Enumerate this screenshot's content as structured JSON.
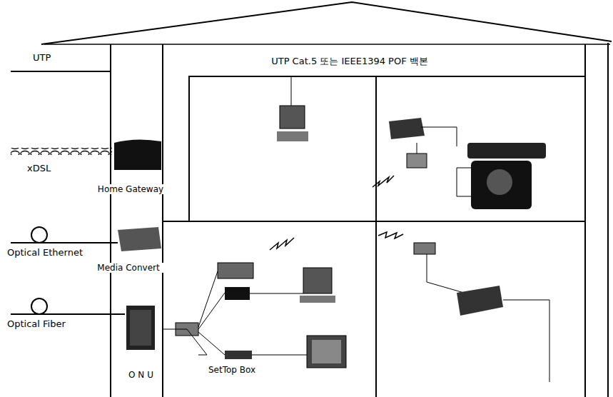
{
  "diagram": {
    "nodes": [
      {
        "text": [
          "Home Gateway"
        ]
      },
      {
        "text": [
          "Media Convert"
        ]
      },
      {
        "text": [
          "O N U"
        ]
      },
      {
        "text": [
          "SetTop Box"
        ]
      }
    ],
    "edges": [
      {
        "from": 2,
        "to": 3,
        "arrow": "none"
      }
    ],
    "labels": [
      "UTP Cat.5 또는 IEEE1394 POF 백본",
      "UTP",
      "xDSL",
      "Optical Ethernet",
      "Optical Fiber"
    ]
  }
}
